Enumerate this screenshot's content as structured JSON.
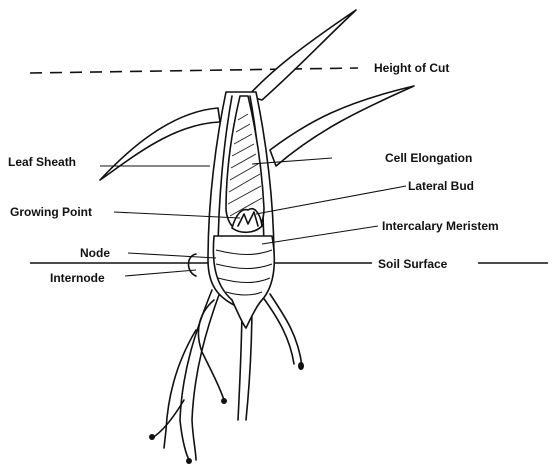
{
  "diagram": {
    "labels": {
      "height_of_cut": "Height of Cut",
      "leaf_sheath": "Leaf Sheath",
      "cell_elongation": "Cell Elongation",
      "lateral_bud": "Lateral Bud",
      "growing_point": "Growing Point",
      "intercalary_meristem": "Intercalary Meristem",
      "node": "Node",
      "soil_surface": "Soil Surface",
      "internode": "Internode"
    }
  }
}
